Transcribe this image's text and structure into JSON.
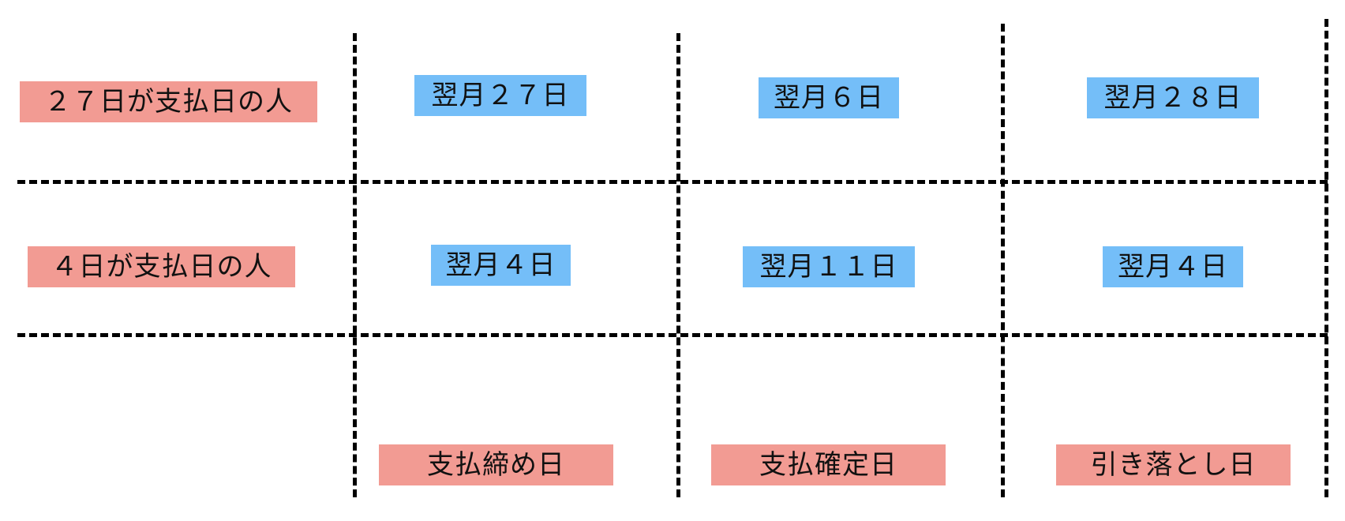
{
  "colors": {
    "row_label_bg": "#f29b93",
    "date_bg": "#74bef8",
    "column_label_bg": "#f29b93",
    "grid_line": "#000000"
  },
  "rows": [
    {
      "label": "２７日が支払日の人",
      "dates": [
        "翌月２７日",
        "翌月６日",
        "翌月２８日"
      ]
    },
    {
      "label": "４日が支払日の人",
      "dates": [
        "翌月４日",
        "翌月１１日",
        "翌月４日"
      ]
    }
  ],
  "columns": [
    {
      "label": "支払締め日"
    },
    {
      "label": "支払確定日"
    },
    {
      "label": "引き落とし日"
    }
  ]
}
